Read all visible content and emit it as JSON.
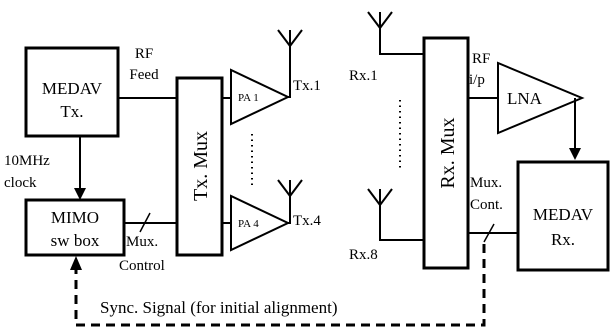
{
  "blocks": {
    "medav_tx": [
      "MEDAV",
      "Tx."
    ],
    "mimo_sw_box": [
      "MIMO",
      "sw box"
    ],
    "tx_mux": "Tx.  Mux",
    "pa1": "PA 1",
    "pa4": "PA 4",
    "rx_mux": "Rx.  Mux",
    "lna": "LNA",
    "medav_rx": [
      "MEDAV",
      "Rx."
    ]
  },
  "labels": {
    "rf_feed": [
      "RF",
      "Feed"
    ],
    "clock": [
      "10MHz",
      "clock"
    ],
    "mux_control": [
      "Mux.",
      "Control"
    ],
    "tx1": "Tx.1",
    "tx4": "Tx.4",
    "rx1": "Rx.1",
    "rx8": "Rx.8",
    "rf_ip": [
      "RF",
      "i/p"
    ],
    "mux_cont": [
      "Mux.",
      "Cont."
    ],
    "sync_signal": "Sync. Signal (for initial alignment)"
  },
  "colors": {
    "line": "#000000",
    "background": "#ffffff"
  }
}
